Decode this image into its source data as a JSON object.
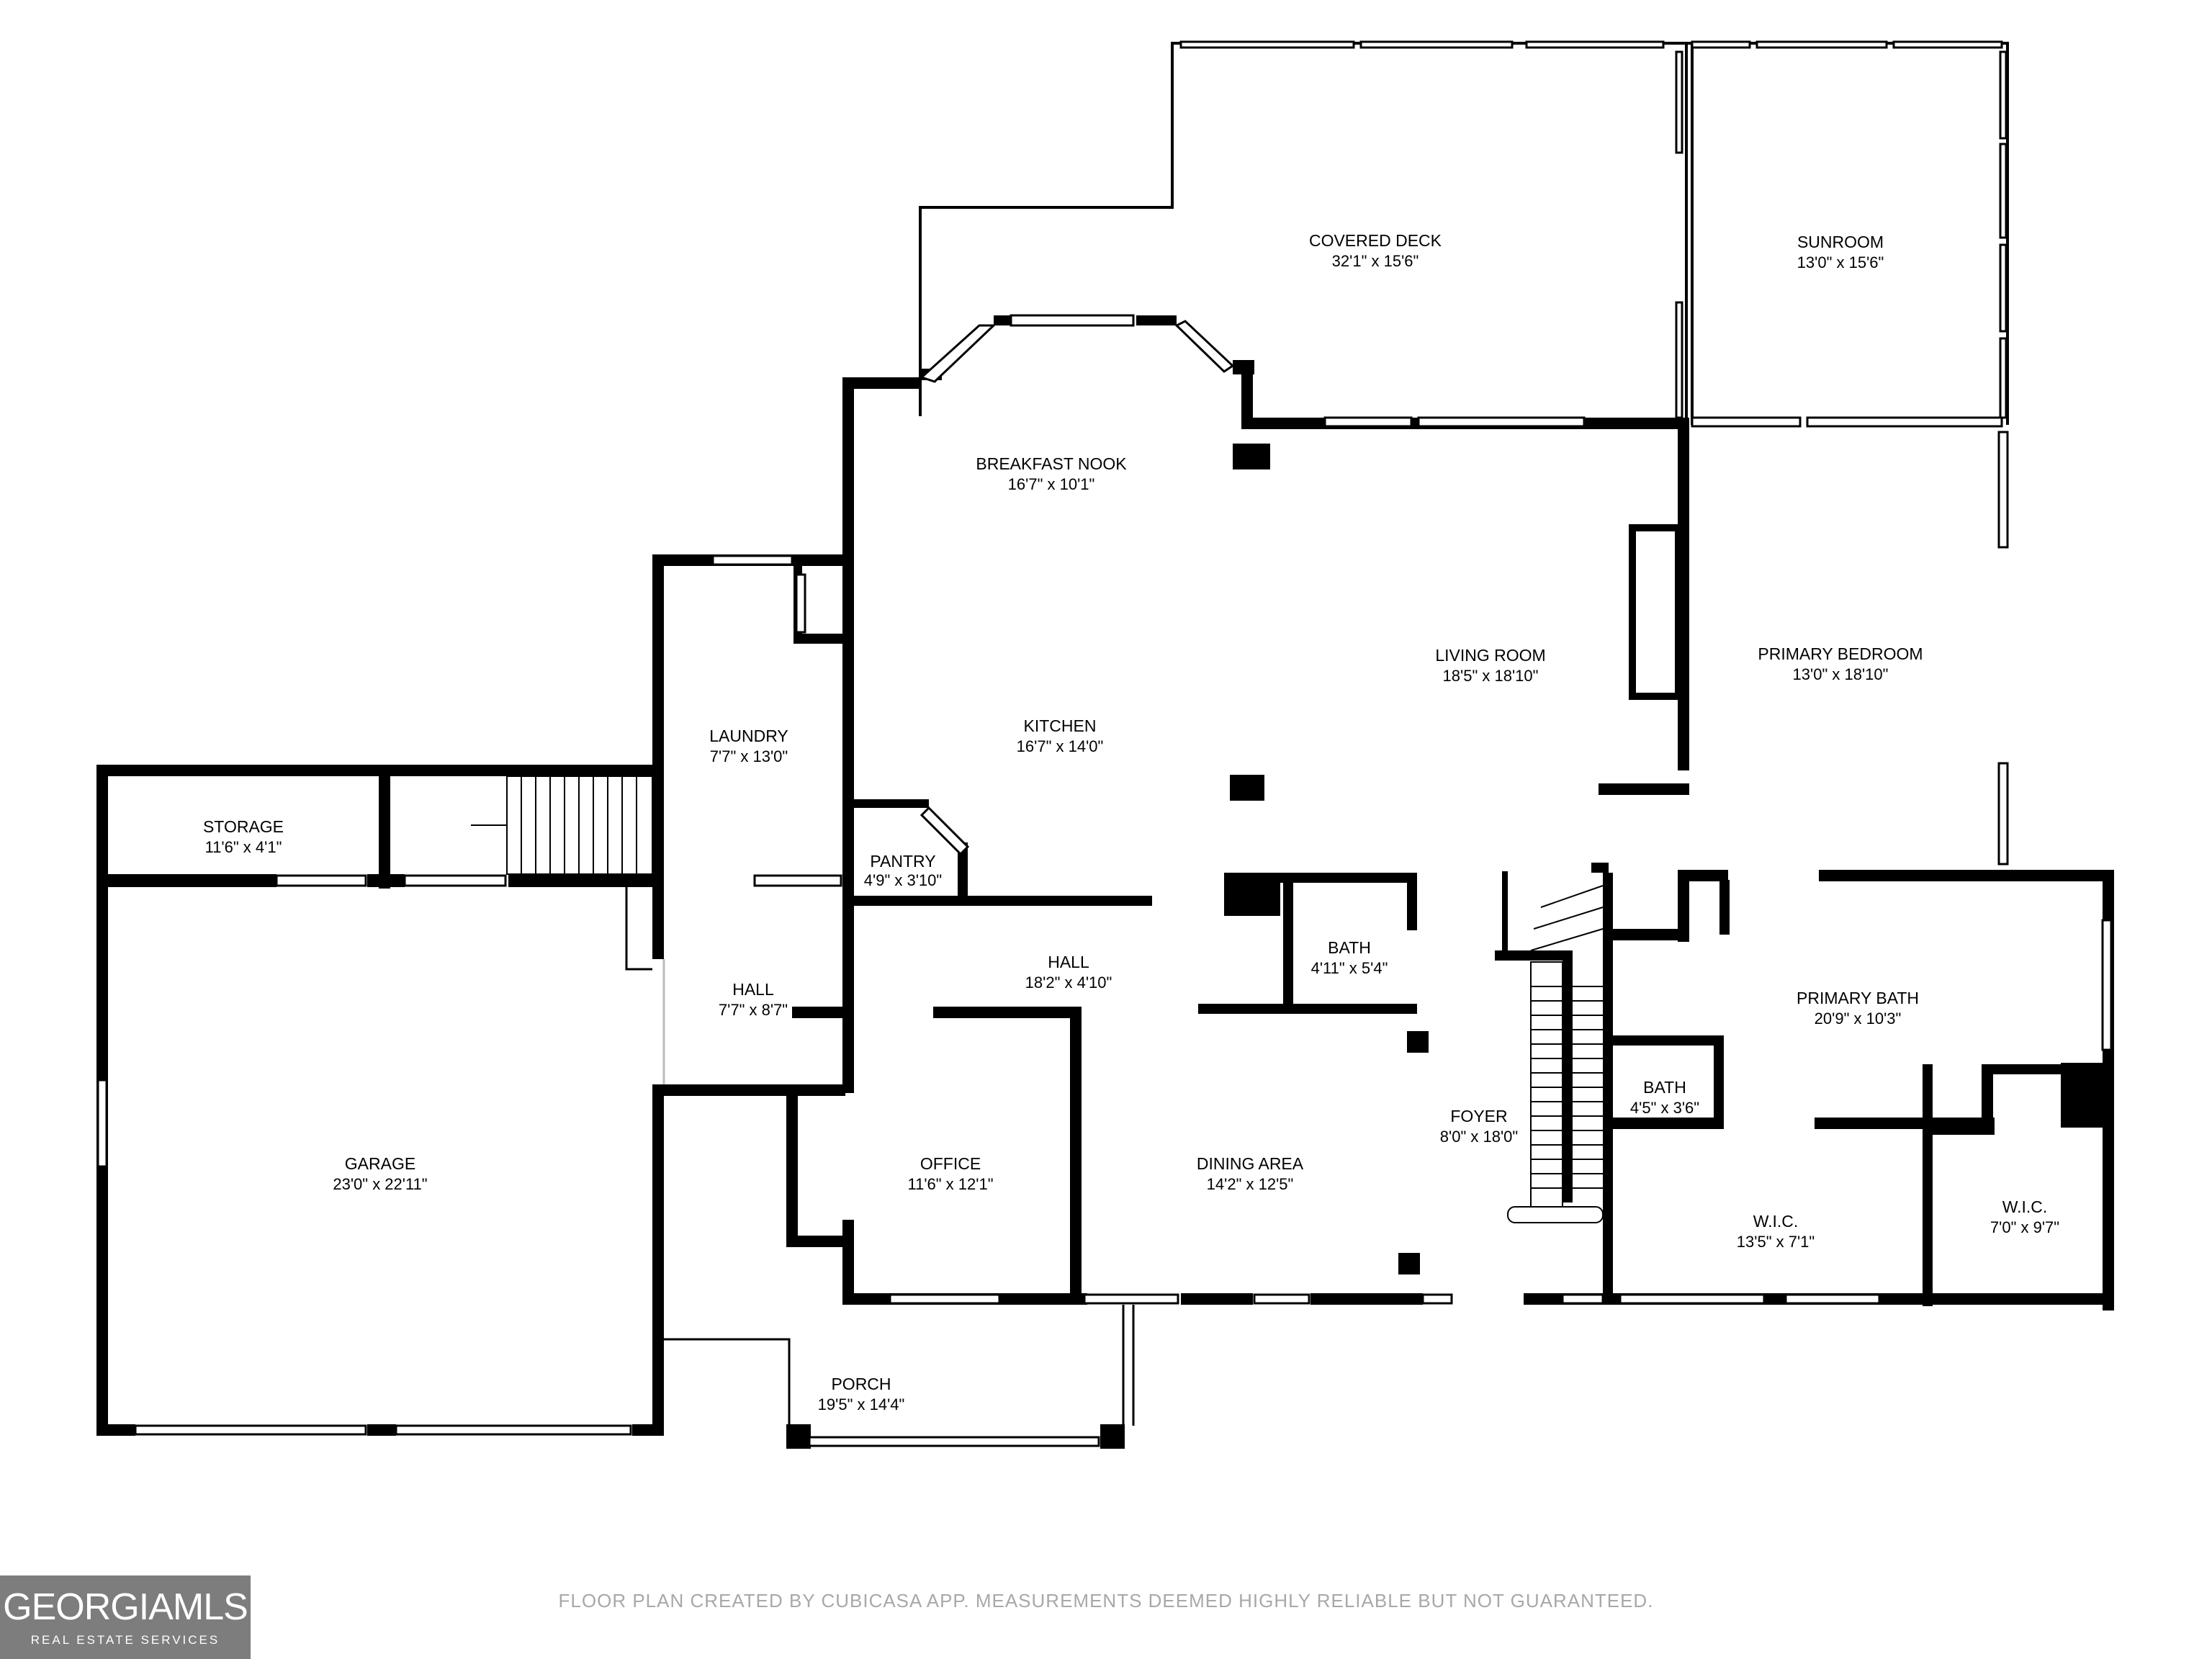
{
  "rooms": [
    {
      "id": "covered_deck",
      "name": "COVERED DECK",
      "dims": "32'1\" x 15'6\""
    },
    {
      "id": "sunroom",
      "name": "SUNROOM",
      "dims": "13'0\" x 15'6\""
    },
    {
      "id": "breakfast_nook",
      "name": "BREAKFAST NOOK",
      "dims": "16'7\" x 10'1\""
    },
    {
      "id": "living_room",
      "name": "LIVING ROOM",
      "dims": "18'5\" x 18'10\""
    },
    {
      "id": "primary_bedroom",
      "name": "PRIMARY BEDROOM",
      "dims": "13'0\" x 18'10\""
    },
    {
      "id": "laundry",
      "name": "LAUNDRY",
      "dims": "7'7\" x 13'0\""
    },
    {
      "id": "kitchen",
      "name": "KITCHEN",
      "dims": "16'7\" x 14'0\""
    },
    {
      "id": "storage",
      "name": "STORAGE",
      "dims": "11'6\" x 4'1\""
    },
    {
      "id": "pantry",
      "name": "PANTRY",
      "dims": "4'9\" x 3'10\""
    },
    {
      "id": "bath_main",
      "name": "BATH",
      "dims": "4'11\" x 5'4\""
    },
    {
      "id": "hall_center",
      "name": "HALL",
      "dims": "18'2\" x 4'10\""
    },
    {
      "id": "hall_left",
      "name": "HALL",
      "dims": "7'7\" x 8'7\""
    },
    {
      "id": "primary_bath",
      "name": "PRIMARY BATH",
      "dims": "20'9\" x 10'3\""
    },
    {
      "id": "bath_small",
      "name": "BATH",
      "dims": "4'5\" x 3'6\""
    },
    {
      "id": "foyer",
      "name": "FOYER",
      "dims": "8'0\" x 18'0\""
    },
    {
      "id": "garage",
      "name": "GARAGE",
      "dims": "23'0\" x 22'11\""
    },
    {
      "id": "office",
      "name": "OFFICE",
      "dims": "11'6\" x 12'1\""
    },
    {
      "id": "dining_area",
      "name": "DINING AREA",
      "dims": "14'2\" x 12'5\""
    },
    {
      "id": "wic_left",
      "name": "W.I.C.",
      "dims": "13'5\" x 7'1\""
    },
    {
      "id": "wic_right",
      "name": "W.I.C.",
      "dims": "7'0\" x 9'7\""
    },
    {
      "id": "porch",
      "name": "PORCH",
      "dims": "19'5\" x 14'4\""
    }
  ],
  "footer": {
    "disclaimer": "FLOOR PLAN CREATED BY CUBICASA APP. MEASUREMENTS DEEMED HIGHLY RELIABLE BUT NOT GUARANTEED."
  },
  "logo": {
    "wordmark": "GEORGIAMLS",
    "tagline": "REAL ESTATE SERVICES"
  },
  "colors": {
    "wall": "#000000",
    "window": "#ffffff",
    "background": "#ffffff",
    "footer_text": "#a8a8a8",
    "logo_bg": "#7d7d7d"
  }
}
